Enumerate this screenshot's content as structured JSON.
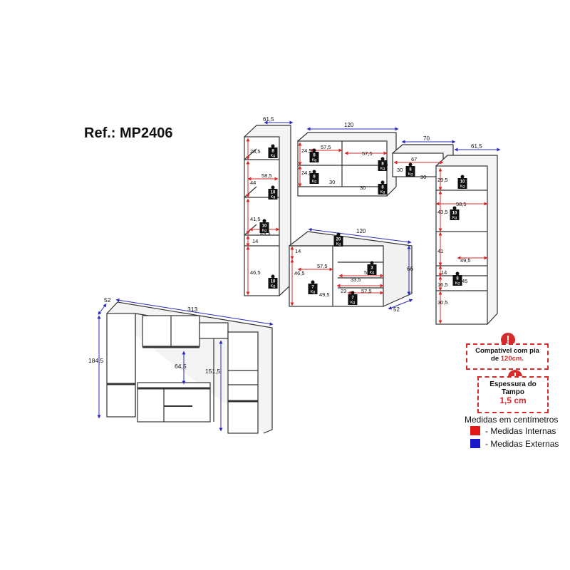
{
  "ref": "Ref.: MP2406",
  "exploded": {
    "top_dims": [
      "61,5",
      "120",
      "70",
      "61,5"
    ],
    "left_tower": [
      "28,5",
      "58,5",
      "44",
      "41,5",
      "49,5",
      "14",
      "46,5"
    ],
    "upper_cab": [
      "24,5",
      "57,5",
      "57,5",
      "30",
      "24,5",
      "30",
      "30"
    ],
    "bridge": [
      "67",
      "30",
      "30"
    ],
    "base": [
      "120",
      "14",
      "46,5",
      "57,5",
      "33,5",
      "52",
      "23",
      "57,5",
      "49,5",
      "66",
      "52"
    ],
    "right_tower": [
      "29,5",
      "58,5",
      "43,5",
      "41",
      "49,5",
      "14",
      "16,5",
      "45",
      "30,5"
    ],
    "weights": [
      "8",
      "8",
      "8",
      "8",
      "8",
      "8",
      "10",
      "10",
      "10",
      "20",
      "3",
      "7",
      "7",
      "10",
      "8",
      "10"
    ],
    "kg": "Kg"
  },
  "assembled": {
    "w": "313",
    "d": "52",
    "h": "184,5",
    "h2": "151,5",
    "gap": "64,5"
  },
  "note1": {
    "line1": "Compatível com pia",
    "line2": "de ",
    "value": "120cm."
  },
  "note2": {
    "line1": "Espessura do",
    "line2": "Tampo",
    "value": "1,5 cm"
  },
  "legend": {
    "title": "Medidas em centímetros",
    "internal": "- Medidas Internas",
    "external": "- Medidas Externas",
    "internal_color": "#e01818",
    "external_color": "#1a1acc"
  },
  "colors": {
    "red": "#d62b2b",
    "blue": "#2b2bbd"
  }
}
